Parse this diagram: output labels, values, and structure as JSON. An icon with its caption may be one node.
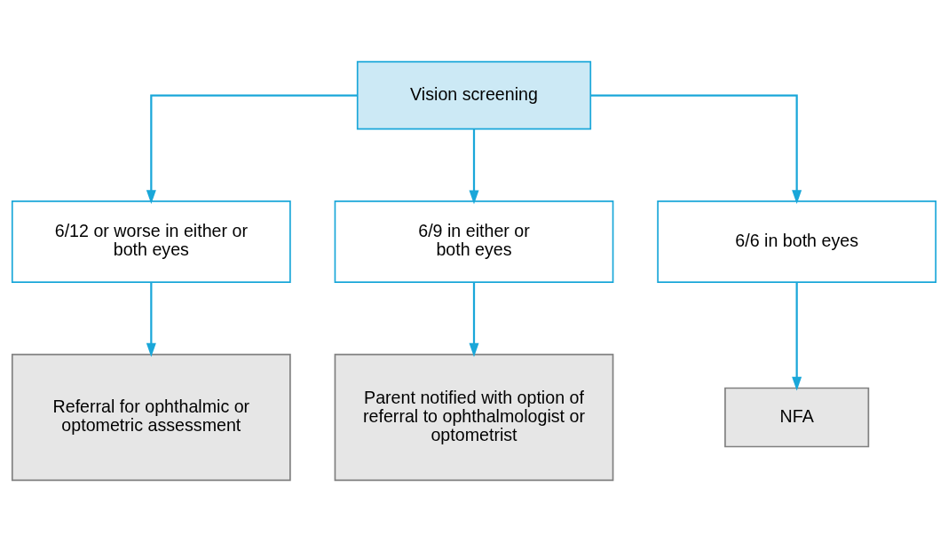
{
  "diagram": {
    "nodes": [
      {
        "text": [
          "Vision screening"
        ]
      },
      {
        "text": [
          "6/12 or worse in either or both eyes"
        ]
      },
      {
        "text": [
          "6/9 in either or both eyes"
        ]
      },
      {
        "text": [
          "6/6 in both eyes"
        ]
      },
      {
        "text": [
          "Referral for ophthalmic or optometric assessment"
        ]
      },
      {
        "text": [
          "Parent notified with option of referral to ophthalmologist or optometrist"
        ]
      },
      {
        "text": [
          "NFA"
        ]
      }
    ],
    "edges": [
      {
        "from": 0,
        "to": 1,
        "arrow": "to"
      },
      {
        "from": 0,
        "to": 2,
        "arrow": "to"
      },
      {
        "from": 0,
        "to": 3,
        "arrow": "to"
      },
      {
        "from": 1,
        "to": 4,
        "arrow": "to"
      },
      {
        "from": 2,
        "to": 5,
        "arrow": "to"
      },
      {
        "from": 3,
        "to": 6,
        "arrow": "to"
      }
    ]
  }
}
